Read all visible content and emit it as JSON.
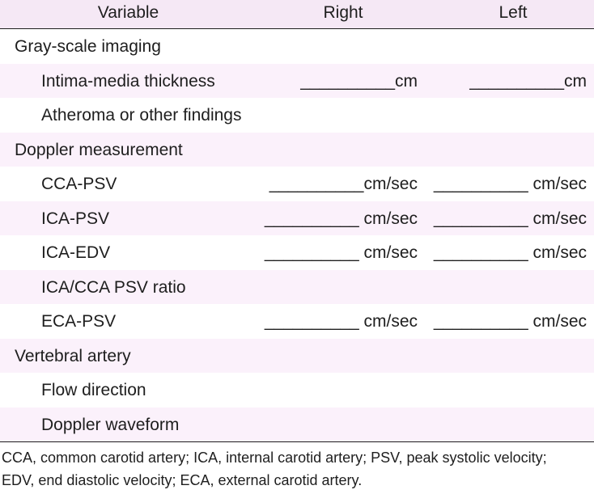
{
  "header": {
    "variable": "Variable",
    "right": "Right",
    "left": "Left"
  },
  "rows": [
    {
      "label": "Gray-scale imaging",
      "right": "",
      "left": ""
    },
    {
      "label": "Intima-media thickness",
      "right": "__________cm",
      "left": "__________cm"
    },
    {
      "label": "Atheroma or other findings",
      "right": "",
      "left": ""
    },
    {
      "label": "Doppler measurement",
      "right": "",
      "left": ""
    },
    {
      "label": "CCA-PSV",
      "right": "__________cm/sec",
      "left": "__________ cm/sec"
    },
    {
      "label": "ICA-PSV",
      "right": "__________ cm/sec",
      "left": "__________ cm/sec"
    },
    {
      "label": "ICA-EDV",
      "right": "__________ cm/sec",
      "left": "__________ cm/sec"
    },
    {
      "label": "ICA/CCA PSV ratio",
      "right": "",
      "left": ""
    },
    {
      "label": "ECA-PSV",
      "right": "__________ cm/sec",
      "left": "__________ cm/sec"
    },
    {
      "label": "Vertebral artery",
      "right": "",
      "left": ""
    },
    {
      "label": "Flow direction",
      "right": "",
      "left": ""
    },
    {
      "label": "Doppler waveform",
      "right": "",
      "left": ""
    }
  ],
  "footnote": {
    "line1": "CCA, common carotid artery; ICA, internal carotid artery; PSV, peak systolic velocity;",
    "line2": "EDV, end diastolic velocity; ECA, external carotid artery."
  }
}
